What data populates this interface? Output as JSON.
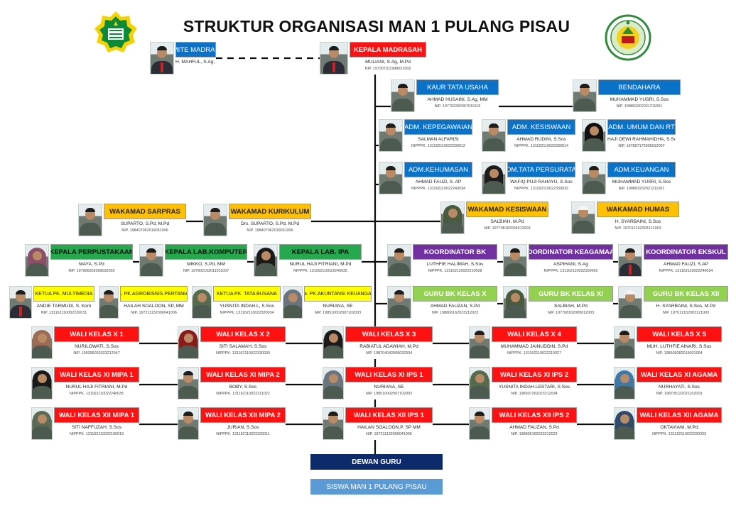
{
  "title": "STRUKTUR ORGANISASI MAN 1 PULANG PISAU",
  "colors": {
    "line": "#0c0c0c",
    "blue": "#0b72c9",
    "red": "#ff1111",
    "yellow": "#ffc000",
    "green": "#26a84f",
    "purple": "#7030a0",
    "light_green": "#92d050",
    "navy": "#0d2a6b",
    "sky": "#5b9bd5"
  },
  "logos": {
    "left": "kemenag-emblem-icon",
    "right": "madrasah-seal-icon"
  },
  "nodes": [
    {
      "id": "komite",
      "role": "KOMITE MADRASAH",
      "name": "H. MAHFUL, S.Ag, MH",
      "nip": "",
      "color": "blue",
      "photo": "suit"
    },
    {
      "id": "kepala",
      "role": "KEPALA MADRASAH",
      "name": "MULIANI, S.Ag, M.Pd",
      "nip": "NIP. 197307311998031002",
      "color": "red",
      "photo": "suit"
    },
    {
      "id": "kaur",
      "role": "KAUR TATA USAHA",
      "name": "AHMAD HUSAINI, S.Ag, MM",
      "nip": "NIP. 197702282007011015",
      "color": "blue",
      "photo": "man"
    },
    {
      "id": "bendahara",
      "role": "BENDAHARA",
      "name": "MUHAMMAD YUSRI, S.Sos",
      "nip": "NIP. 198803202021211001",
      "color": "blue",
      "photo": "man"
    },
    {
      "id": "kepeg",
      "role": "ADM. KEPEGAWAIAN",
      "name": "SALMAN ALFARISI",
      "nip": "NIPPPK. 131162110022330012",
      "color": "blue",
      "photo": "man"
    },
    {
      "id": "kesis",
      "role": "ADM. KESISWAAN",
      "name": "AHMAD RUDINI, S.Sos",
      "nip": "NIPPPK. 131162110022330014",
      "color": "blue",
      "photo": "man"
    },
    {
      "id": "umum",
      "role": "ADM. UMUM DAN RT",
      "name": "HAJI DEWI RAHMAHIDHA, S.Sos",
      "nip": "NIP. 197807172005012007",
      "color": "blue",
      "photo": "hijab",
      "veil": "#111"
    },
    {
      "id": "humas",
      "role": "ADM.KEHUMASAN",
      "name": "AHMAD FAUZI, S. AP",
      "nip": "NIPPPK. 131162110022240034",
      "color": "blue",
      "photo": "man"
    },
    {
      "id": "persuratan",
      "role": "ADM.TATA PERSURATAN",
      "name": "WAFIQ PUJI RAHAYU, S.Sos",
      "nip": "NIPPPK. 131162110022330032",
      "color": "blue",
      "photo": "hijab",
      "veil": "#1c1c1c"
    },
    {
      "id": "keuangan",
      "role": "ADM.KEUANGAN",
      "name": "MUHAMMAD YUSRI, S.Sos",
      "nip": "NIP. 198803202021211001",
      "color": "blue",
      "photo": "man"
    },
    {
      "id": "sarpras",
      "role": "WAKAMAD SARPRAS",
      "name": "SUPARTO, S.Pd, M.Pd",
      "nip": "NIP. 198407062019031006",
      "color": "yellow",
      "photo": "man"
    },
    {
      "id": "kurikulum",
      "role": "WAKAMAD KURIKULUM",
      "name": "Drs. SUPARTO, S.Pd, M.Pd",
      "nip": "NIP. 198407062019031006",
      "color": "yellow",
      "photo": "man"
    },
    {
      "id": "wkesis",
      "role": "WAKAMAD KESISWAAN",
      "name": "SALBIAH, M.Pd",
      "nip": "NIP. 197708162005012003",
      "color": "yellow",
      "photo": "hijab",
      "veil": "#4a5a3e"
    },
    {
      "id": "whumas",
      "role": "WAKAMAD HUMAS",
      "name": "H. SYARBAINI, S.Sos",
      "nip": "NIP. 197012102003121003",
      "color": "yellow",
      "photo": "kopiah"
    },
    {
      "id": "perpus",
      "role": "KEPALA PERPUSTAKAAN",
      "name": "MAYA, S.Pd",
      "nip": "NIP. 197906302009032002",
      "color": "green",
      "photo": "hijab",
      "veil": "#8a4e6a"
    },
    {
      "id": "labkom",
      "role": "KEPALA LAB.KOMPUTER",
      "name": "MIKKO, S.Pd, MM",
      "nip": "NIP. 197902102011011007",
      "color": "green",
      "photo": "man"
    },
    {
      "id": "labipa",
      "role": "KEPALA LAB. IPA",
      "name": "NURUL HAJI FITRIANI, M.Pd",
      "nip": "NIPPPK. 131162110022240035",
      "color": "green",
      "photo": "hijab",
      "veil": "#1a1a1a"
    },
    {
      "id": "bk",
      "role": "KOORDINATOR BK",
      "name": "LUTHFIE HALIMAH, S.Sos",
      "nip": "NIPPPK. 131162110022210028",
      "color": "purple",
      "photo": "man"
    },
    {
      "id": "keagamaan",
      "role": "KOORDINATOR KEAGAMAAN",
      "name": "ASPIHANI, S.Ag",
      "nip": "NIPPPK. 131162110022100062",
      "color": "purple",
      "photo": "man"
    },
    {
      "id": "ekskul",
      "role": "KOORDINATOR EKSKUL",
      "name": "AHMAD FAUZI, S.AP",
      "nip": "NIPPPK. 131162110022240034",
      "color": "purple",
      "photo": "suit"
    },
    {
      "id": "multimedia",
      "role": "KETUA PK. MULTIMEDIA",
      "name": "ANDIE TARMUDI, S. Kom",
      "nip": "NIP. 131162110002220031",
      "color": "yel2",
      "photo": "suit"
    },
    {
      "id": "agribisnis",
      "role": "Ka. PK.AGROBISNIS PERTANIAN",
      "name": "HAILAH SOALOON, SP, MM",
      "nip": "NIP. 197211132006041006",
      "color": "yel2",
      "photo": "man"
    },
    {
      "id": "tatabusana",
      "role": "KETUA PK. TATA BUSANA",
      "name": "YUSNITA INDAH.L, S.Sos",
      "nip": "NIPPPK. 131162110022320034",
      "color": "yel2",
      "photo": "hijab",
      "veil": "#556b4e"
    },
    {
      "id": "akuntansi",
      "role": "Ka. PK.AKUNTANSI KEUANGAN",
      "name": "NURIANA, SE",
      "nip": "NIP. 198510002007102003",
      "color": "yel2",
      "photo": "hijab",
      "veil": "#6a7380"
    },
    {
      "id": "bkx",
      "role": "GURU BK KELAS X",
      "name": "AHMAD FAUZAN, S.Pd",
      "nip": "NIP. 198806162023212023",
      "color": "lgreen",
      "photo": "man"
    },
    {
      "id": "bkxi",
      "role": "GURU BK KELAS XI",
      "name": "SALBIAH, M.Pd",
      "nip": "NIP. 197708162005012003",
      "color": "lgreen",
      "photo": "hijab",
      "veil": "#4a5a3e"
    },
    {
      "id": "bkxii",
      "role": "GURU BK KELAS XII",
      "name": "H. SYARBAINI, S.Sos, M.Pd",
      "nip": "NIP. 197012102003121003",
      "color": "lgreen",
      "photo": "kopiah"
    },
    {
      "id": "wx1",
      "role": "WALI KELAS X 1",
      "name": "NURILOWATI, S.Sos",
      "nip": "NIP. 199306032023212047",
      "color": "red",
      "photo": "hijab",
      "veil": "#9b6b56"
    },
    {
      "id": "wx2",
      "role": "WALI KELAS X 2",
      "name": "SITI SALAMAH, S.Sos",
      "nip": "NIPPPK. 131162110022330030",
      "color": "red",
      "photo": "hijab",
      "veil": "#8b1b1b"
    },
    {
      "id": "wx3",
      "role": "WALI KELAS X 3",
      "name": "RABIATUL ADAWIAH, M.Pd",
      "nip": "NIP. 198704042009032004",
      "color": "red",
      "photo": "hijab",
      "veil": "#1b1b1b"
    },
    {
      "id": "wx4",
      "role": "WALI KELAS X 4",
      "name": "MUHAMMAD JAINUDDIN, S.Pd",
      "nip": "NIPPPK. 131162110022210027",
      "color": "red",
      "photo": "man"
    },
    {
      "id": "wx5",
      "role": "WALI KELAS X 5",
      "name": "MUH. LUTHFIE AINARI, S.Sos",
      "nip": "NIP. 198509282019031004",
      "color": "red",
      "photo": "man"
    },
    {
      "id": "wxim1",
      "role": "WALI KELAS XI MIPA 1",
      "name": "NURUL HAJI FITRIANI, M.Pd",
      "nip": "NIPPPK. 131162110022240035",
      "color": "red",
      "photo": "hijab",
      "veil": "#1a1a1a"
    },
    {
      "id": "wxim2",
      "role": "WALI KELAS XI MIPA 2",
      "name": "BOBY, S.Sos",
      "nip": "NIPPPK. 131162110022211022",
      "color": "red",
      "photo": "man"
    },
    {
      "id": "wxii1",
      "role": "WALI KELAS XI IPS 1",
      "name": "NURIANA, SE",
      "nip": "NIP. 198510002007102003",
      "color": "red",
      "photo": "hijab",
      "veil": "#6a7380"
    },
    {
      "id": "wxii2",
      "role": "WALI KELAS XI IPS 2",
      "name": "YUSNITA INDAH.LESTARI, S.Sos",
      "nip": "NIP. 198307262023212034",
      "color": "red",
      "photo": "hijab",
      "veil": "#556b4e"
    },
    {
      "id": "wxiag",
      "role": "WALI KELAS XI AGAMA",
      "name": "NURHAYATI, S.Sos",
      "nip": "NIP. 198705122021102019",
      "color": "red",
      "photo": "hijab",
      "veil": "#3d78a8"
    },
    {
      "id": "wxiim1",
      "role": "WALI KELAS XII MIPA 1",
      "name": "SITI NAFFUZAH, S.Sos",
      "nip": "NIPPPK. 131162110022100019",
      "color": "red",
      "photo": "hijab",
      "veil": "#5c6b55"
    },
    {
      "id": "wxiim2",
      "role": "WALI KELAS XII MIPA 2",
      "name": "JURIAN, S.Sos",
      "nip": "NIPPPK. 131162110022320011",
      "color": "red",
      "photo": "man"
    },
    {
      "id": "wxiii1",
      "role": "WALI KELAS XII IPS 1",
      "name": "HAILAN SOALOON.P, SP MM",
      "nip": "NIP. 197211132006041006",
      "color": "red",
      "photo": "man"
    },
    {
      "id": "wxiii2",
      "role": "WALI KELAS XII IPS 2",
      "name": "AHMAD FAUZAN, S.Pd",
      "nip": "NIP. 198806162023212023",
      "color": "red",
      "photo": "man"
    },
    {
      "id": "wxiiag",
      "role": "WALI KELAS XII AGAMA",
      "name": "OKTAVIANI, M.Pd",
      "nip": "NIPPPK. 131162110022230033",
      "color": "red",
      "photo": "hijab",
      "veil": "#2f4a6b"
    }
  ],
  "bottom": {
    "dewan_guru": "DEWAN GURU",
    "siswa": "SISWA MAN 1 PULANG PISAU"
  }
}
